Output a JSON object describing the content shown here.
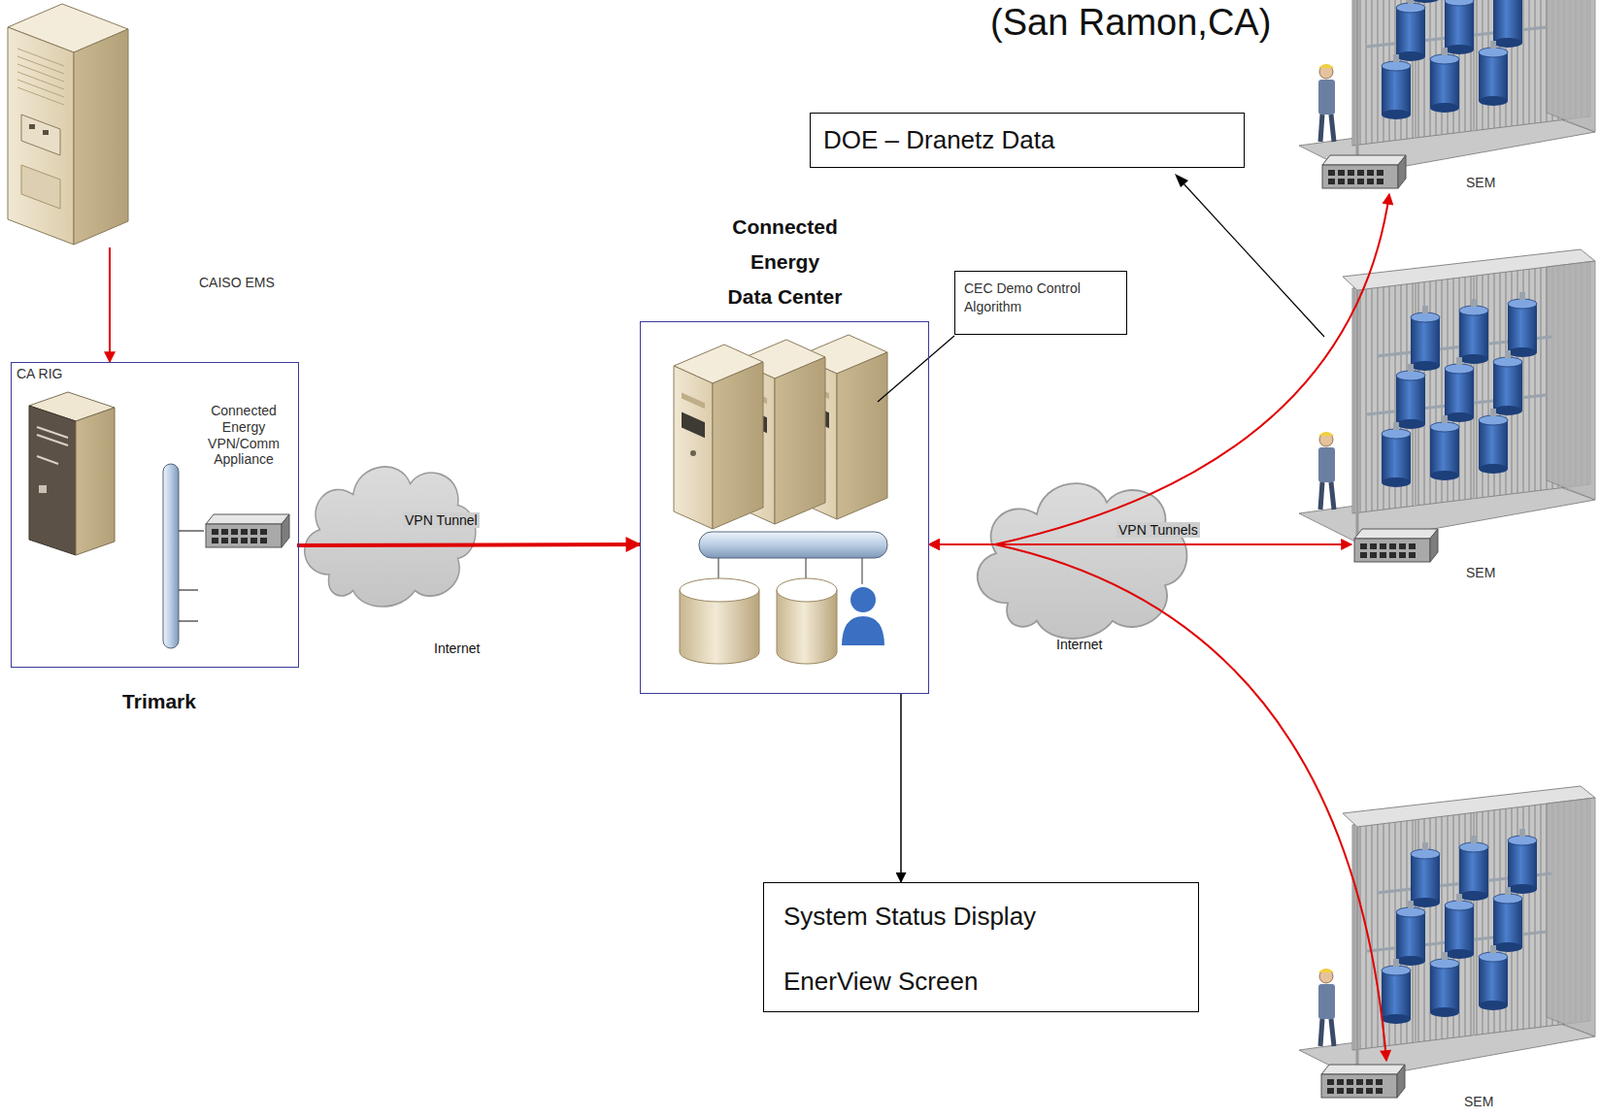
{
  "diagram": {
    "nodes": [
      {
        "text": [
          "CAISO EMS"
        ]
      },
      {
        "text": [
          "CA RIG",
          "Trimark"
        ]
      },
      {
        "text": [
          "Connected Energy VPN/Comm Appliance"
        ],
        "in": 1
      },
      {
        "text": [
          "DOE – Dranetz Data"
        ]
      },
      {
        "text": [
          "Connected Energy Data Center"
        ]
      },
      {
        "text": [
          "CEC Demo Control Algorithm"
        ]
      },
      {
        "text": [
          "SEM"
        ]
      },
      {
        "text": [
          "SEM"
        ]
      },
      {
        "text": [
          "System Status Display",
          "EnerView Screen"
        ]
      },
      {
        "text": [
          "SEM"
        ]
      }
    ],
    "edges": [
      {
        "from": 0,
        "to": 1,
        "arrow": "to"
      },
      {
        "from": 2,
        "to": 4,
        "arrow": "to"
      },
      {
        "from": 6,
        "to": 4,
        "arrow": "both"
      },
      {
        "from": 7,
        "to": 4,
        "arrow": "both"
      },
      {
        "from": 9,
        "to": 4,
        "arrow": "both"
      },
      {
        "from": 4,
        "to": 8,
        "arrow": "to"
      }
    ],
    "labels": [
      "(San Ramon,CA)",
      "VPN Tunnel",
      "Internet",
      "VPN Tunnels",
      "Internet"
    ]
  }
}
